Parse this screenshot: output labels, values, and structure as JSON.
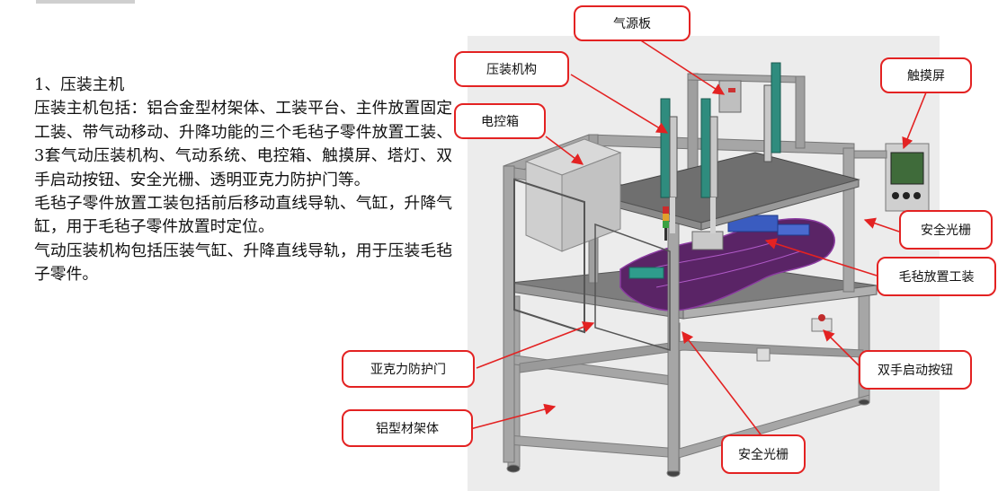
{
  "document": {
    "section_heading": "1、压装主机",
    "paragraphs": [
      "  压装主机包括：铝合金型材架体、工装平台、主件放置固定工装、带气动移动、升降功能的三个毛毡子零件放置工装、3套气动压装机构、气动系统、电控箱、触摸屏、塔灯、双手启动按钮、安全光栅、透明亚克力防护门等。",
      "   毛毡子零件放置工装包括前后移动直线导轨、气缸，升降气缸，用于毛毡子零件放置时定位。",
      "   气动压装机构包括压装气缸、升降直线导轨，用于压装毛毡子零件。"
    ]
  },
  "callouts": {
    "air_board": "气源板",
    "press_mechanism": "压装机构",
    "touch_screen": "触摸屏",
    "control_box": "电控箱",
    "safety_light_curtain_right": "安全光栅",
    "felt_fixture": "毛毡放置工装",
    "acrylic_door": "亚克力防护门",
    "two_hand_start": "双手启动按钮",
    "aluminum_frame": "铝型材架体",
    "safety_light_curtain_bottom": "安全光栅"
  },
  "colors": {
    "callout_border": "#e32222",
    "leader_line": "#e32222",
    "frame_gray": "#9a9a9a",
    "part_purple": "#5a2466",
    "touch_screen_green": "#3f6b3a",
    "guide_teal": "#2f9c8c",
    "fixture_blue": "#3a5cc0"
  }
}
